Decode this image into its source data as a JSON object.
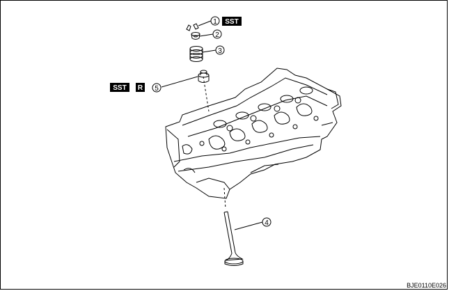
{
  "callouts": [
    {
      "num": "1",
      "tag": "SST"
    },
    {
      "num": "2"
    },
    {
      "num": "3"
    },
    {
      "num": "4"
    },
    {
      "num": "5",
      "tags": [
        "SST",
        "R"
      ]
    }
  ],
  "figure_code": "BJE0110E026"
}
